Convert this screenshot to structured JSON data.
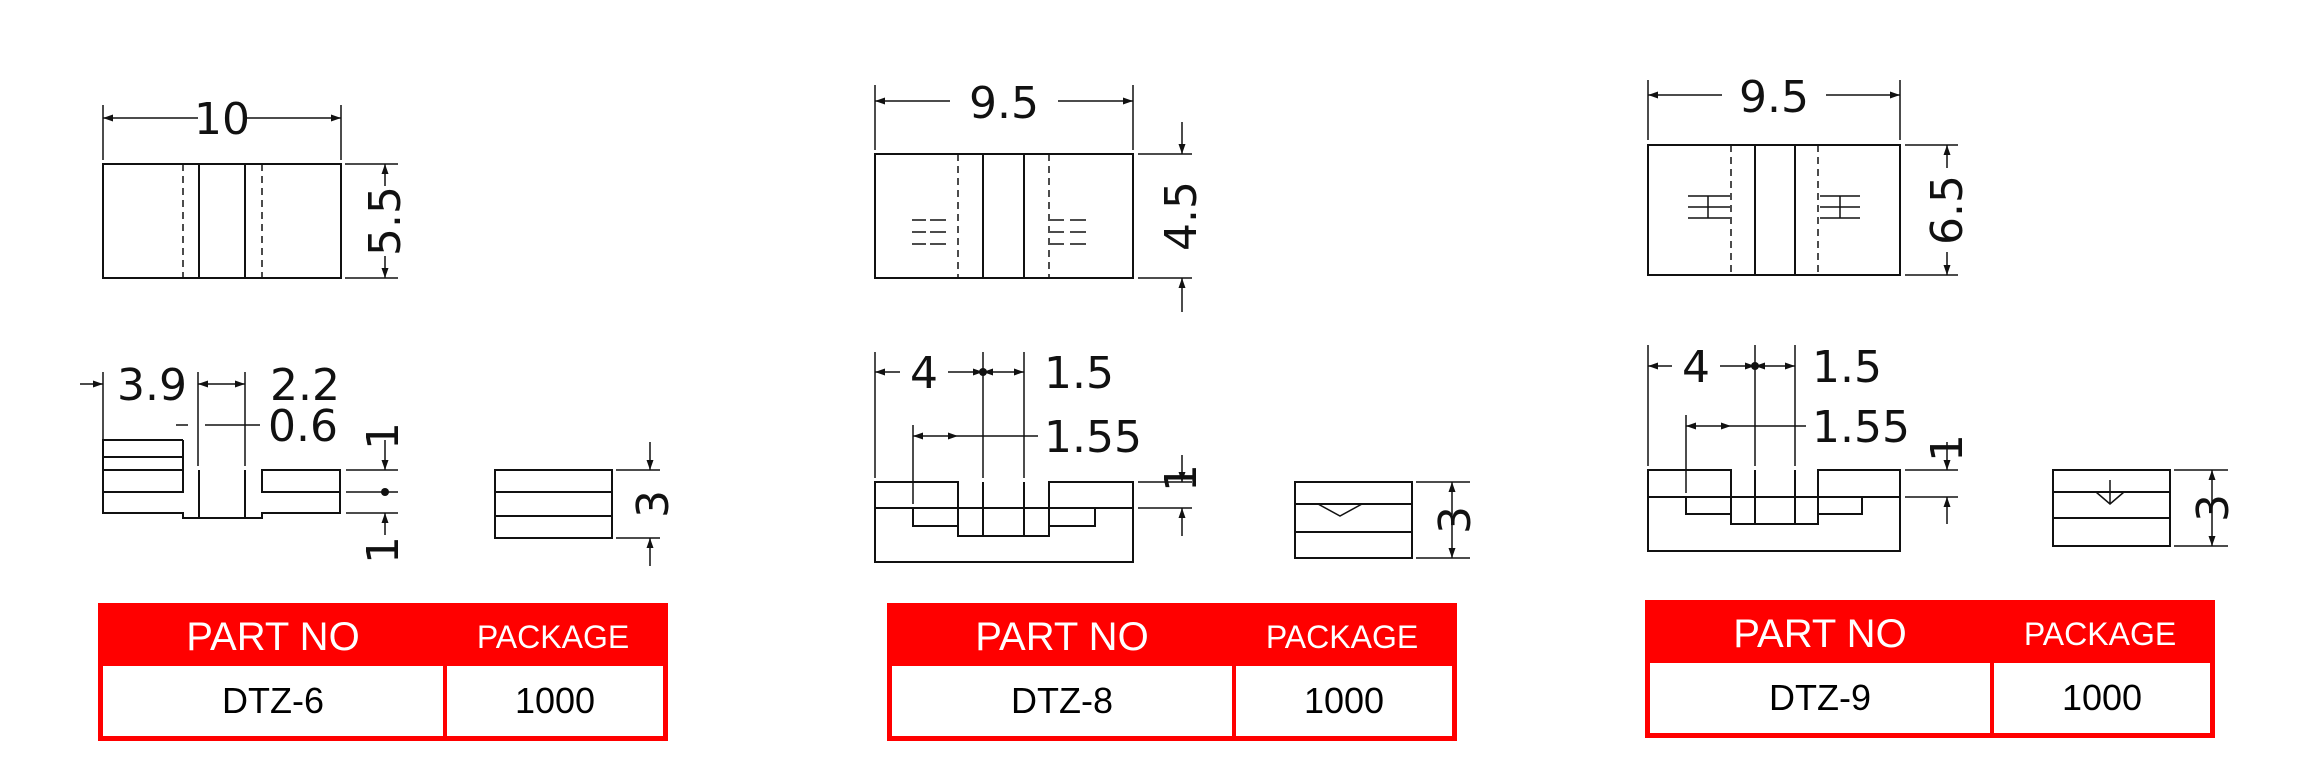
{
  "parts": [
    {
      "top_width": "10",
      "top_height": "5.5",
      "dim_a": "3.9",
      "dim_b": "2.2",
      "dim_c": "0.6",
      "dim_t1": "1",
      "dim_t2": "1",
      "side_height": "3",
      "part_no": "DTZ-6",
      "package": "1000"
    },
    {
      "top_width": "9.5",
      "top_height": "4.5",
      "dim_a": "4",
      "dim_b": "1.5",
      "dim_c": "1.55",
      "dim_t1": "1",
      "side_height": "3",
      "part_no": "DTZ-8",
      "package": "1000"
    },
    {
      "top_width": "9.5",
      "top_height": "6.5",
      "dim_a": "4",
      "dim_b": "1.5",
      "dim_c": "1.55",
      "dim_t1": "1",
      "side_height": "3",
      "part_no": "DTZ-9",
      "package": "1000"
    }
  ],
  "table_header": {
    "part_no": "PART NO",
    "package": "PACKAGE"
  },
  "colors": {
    "accent": "#ff0000",
    "line": "#111111"
  }
}
